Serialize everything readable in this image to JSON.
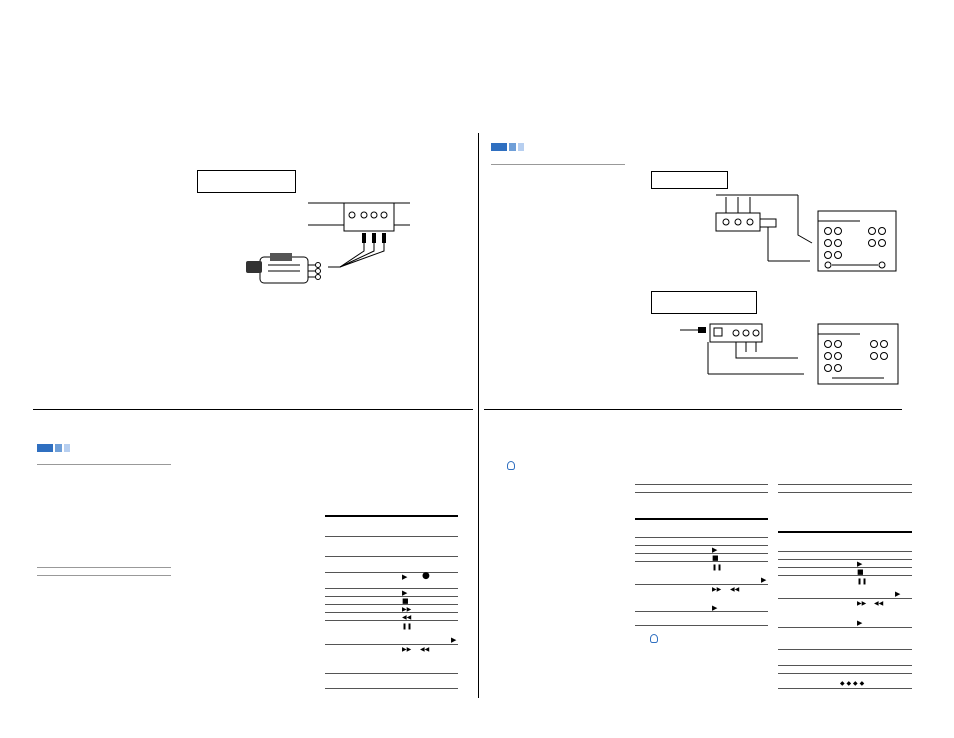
{
  "page": {
    "background": "#ffffff",
    "accent_color": "#2f6fc0",
    "accent_light": "#9dbfe8"
  },
  "panels": {
    "top_left": {
      "name": "camcorder-connection-diagram"
    },
    "top_right": {
      "name": "audio-video-connection-diagrams"
    },
    "bottom_left": {
      "name": "playback-operations-table"
    },
    "bottom_right": {
      "name": "recording-operations-tables"
    }
  },
  "icons": {
    "play": "▶",
    "stop": "■",
    "pause": "❚❚",
    "fast_forward": "▶▶",
    "rewind": "◀◀",
    "record": "●",
    "tip": "💡"
  }
}
